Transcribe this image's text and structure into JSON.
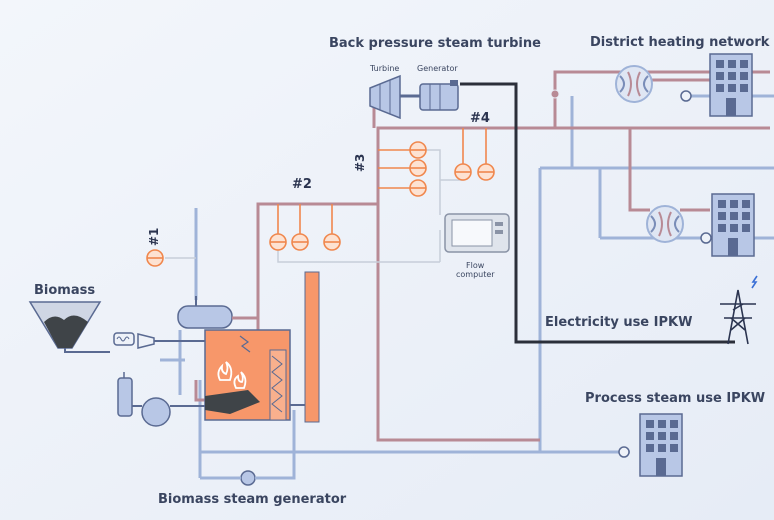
{
  "labels": {
    "turbine_title": "Back pressure steam turbine",
    "turbine": "Turbine",
    "generator": "Generator",
    "district_heating": "District heating network",
    "biomass": "Biomass",
    "flow_computer_line1": "Flow",
    "flow_computer_line2": "computer",
    "electricity": "Electricity use IPKW",
    "process_steam": "Process steam use IPKW",
    "steam_generator": "Biomass steam generator"
  },
  "measurement_points": [
    "#1",
    "#2",
    "#3",
    "#4"
  ],
  "colors": {
    "background": "#e9eef7",
    "blue_line": "#9fb3d8",
    "red_line": "#b88a95",
    "power_line": "#2b2f3a",
    "meter_orange": "#f0874d",
    "boiler_orange": "#f7976a",
    "equipment": "#b8c7e6",
    "text": "#3a4560"
  },
  "icons": [
    "heat-exchanger-icon",
    "building-icon",
    "power-pylon-icon",
    "flow-meter-icon",
    "pump-icon",
    "flame-icon"
  ]
}
